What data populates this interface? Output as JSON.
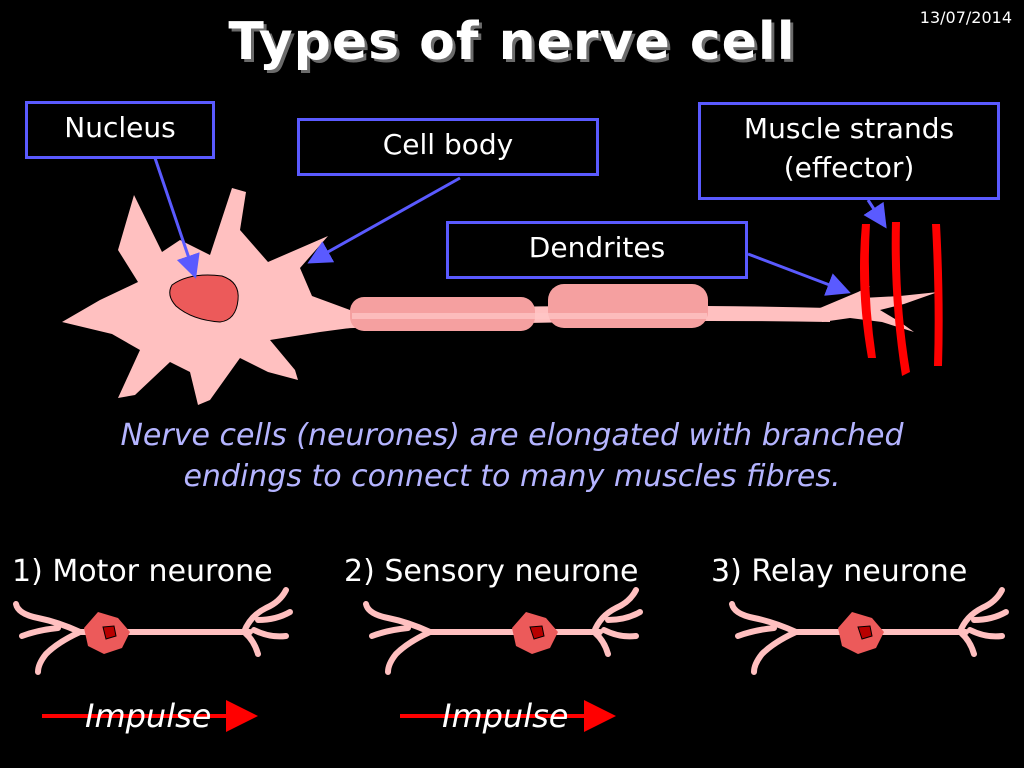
{
  "slide": {
    "date": "13/07/2014",
    "title": "Types of nerve cell"
  },
  "labels": {
    "nucleus": "Nucleus",
    "cell_body": "Cell body",
    "muscle_line1": "Muscle strands",
    "muscle_line2": "(effector)",
    "dendrites": "Dendrites"
  },
  "caption": {
    "line1": "Nerve cells (neurones) are elongated with branched",
    "line2": "endings to connect to many muscles fibres."
  },
  "neurone_types": [
    {
      "label": "1) Motor neurone",
      "impulse": "Impulse"
    },
    {
      "label": "2) Sensory neurone",
      "impulse": "Impulse"
    },
    {
      "label": "3) Relay neurone"
    }
  ],
  "colors": {
    "background": "#000000",
    "label_border": "#5a5aff",
    "caption_text": "#b4b4ff",
    "neuron_fill": "#ffc0c0",
    "myelin": "#f5a0a0",
    "nucleus": "#ec5a5a",
    "muscle": "#ff0000",
    "impulse_arrow": "#ff0000"
  }
}
